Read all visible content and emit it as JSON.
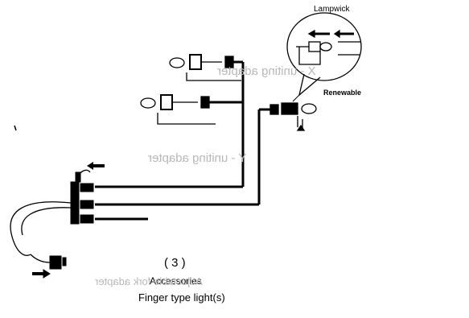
{
  "labels": {
    "lampwick": "Lampwick",
    "renewable": "Renewable",
    "number": "( 3 )",
    "accessories": "Accessories",
    "finger_type": "Finger type light(s)"
  },
  "ghost_text": {
    "mid_heading": "Y - uniting adapter",
    "top_heading": "X - uniting adapter",
    "bottom_heading": "Adjustable fork adapter"
  },
  "colors": {
    "line": "#000000",
    "ghost": "#b8b8b8",
    "background": "#ffffff"
  }
}
